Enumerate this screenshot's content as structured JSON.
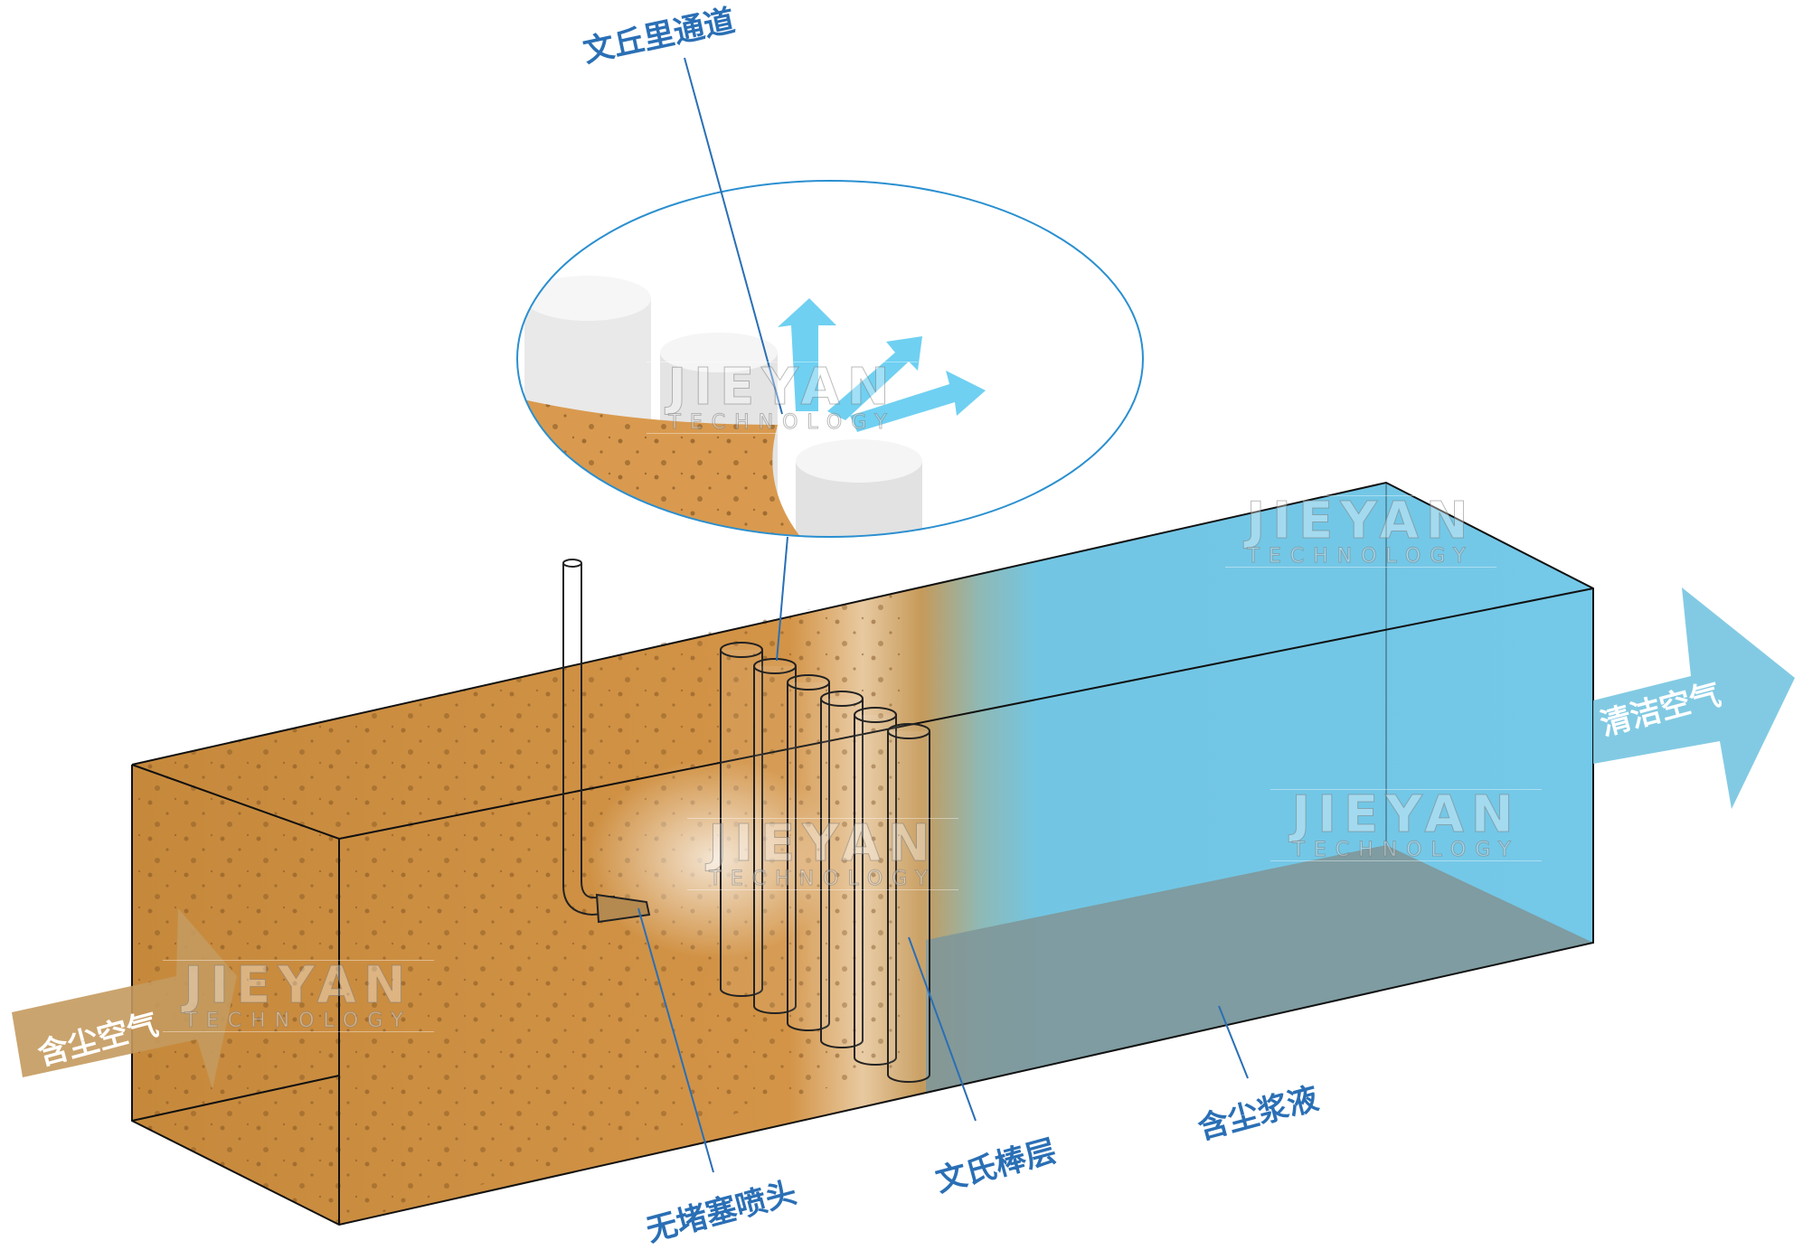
{
  "labels": {
    "venturi_channel": "文丘里通道",
    "clean_air": "清洁空气",
    "dusty_air": "含尘空气",
    "nozzle": "无堵塞喷头",
    "venturi_rod_layer": "文氏棒层",
    "dusty_slurry": "含尘浆液"
  },
  "watermark": {
    "brand": "JIEYAN",
    "sub": "TECHNOLOGY"
  },
  "colors": {
    "dust": "#c98a3a",
    "clean": "#6ec6e6",
    "label": "#2a6fb5",
    "sludge": "#7f9799"
  }
}
